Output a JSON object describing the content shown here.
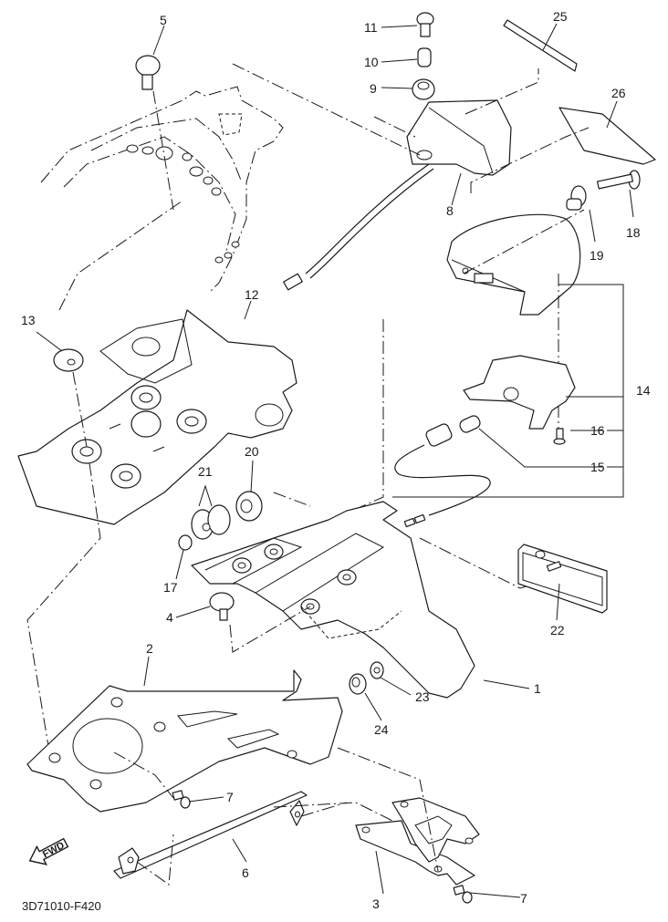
{
  "diagram": {
    "title": "Exploded parts view - rear fender / tail light assembly",
    "figure_code": "3D71010-F420",
    "direction_indicator": "FWD",
    "callouts": [
      {
        "id": "c1",
        "label": "1",
        "part": "rear fender"
      },
      {
        "id": "c2",
        "label": "2",
        "part": "bracket"
      },
      {
        "id": "c3",
        "label": "3",
        "part": "license plate bracket stay"
      },
      {
        "id": "c4",
        "label": "4",
        "part": "bolt"
      },
      {
        "id": "c5",
        "label": "5",
        "part": "flange bolt"
      },
      {
        "id": "c6",
        "label": "6",
        "part": "stay"
      },
      {
        "id": "c7a",
        "label": "7",
        "part": "screw"
      },
      {
        "id": "c7b",
        "label": "7",
        "part": "screw"
      },
      {
        "id": "c8",
        "label": "8",
        "part": "license light assembly"
      },
      {
        "id": "c9",
        "label": "9",
        "part": "damper"
      },
      {
        "id": "c10",
        "label": "10",
        "part": "collar"
      },
      {
        "id": "c11",
        "label": "11",
        "part": "bolt"
      },
      {
        "id": "c12",
        "label": "12",
        "part": "rear fender inner"
      },
      {
        "id": "c13",
        "label": "13",
        "part": "washer"
      },
      {
        "id": "c14",
        "label": "14",
        "part": "tail light assembly"
      },
      {
        "id": "c15",
        "label": "15",
        "part": "bulb"
      },
      {
        "id": "c16",
        "label": "16",
        "part": "screw"
      },
      {
        "id": "c17",
        "label": "17",
        "part": "nut"
      },
      {
        "id": "c18",
        "label": "18",
        "part": "bolt"
      },
      {
        "id": "c19",
        "label": "19",
        "part": "collar"
      },
      {
        "id": "c20",
        "label": "20",
        "part": "grommet"
      },
      {
        "id": "c21",
        "label": "21",
        "part": "damper"
      },
      {
        "id": "c22",
        "label": "22",
        "part": "reflector"
      },
      {
        "id": "c23",
        "label": "23",
        "part": "washer"
      },
      {
        "id": "c24",
        "label": "24",
        "part": "nut"
      },
      {
        "id": "c25",
        "label": "25",
        "part": "pad"
      },
      {
        "id": "c26",
        "label": "26",
        "part": "seal"
      }
    ]
  }
}
